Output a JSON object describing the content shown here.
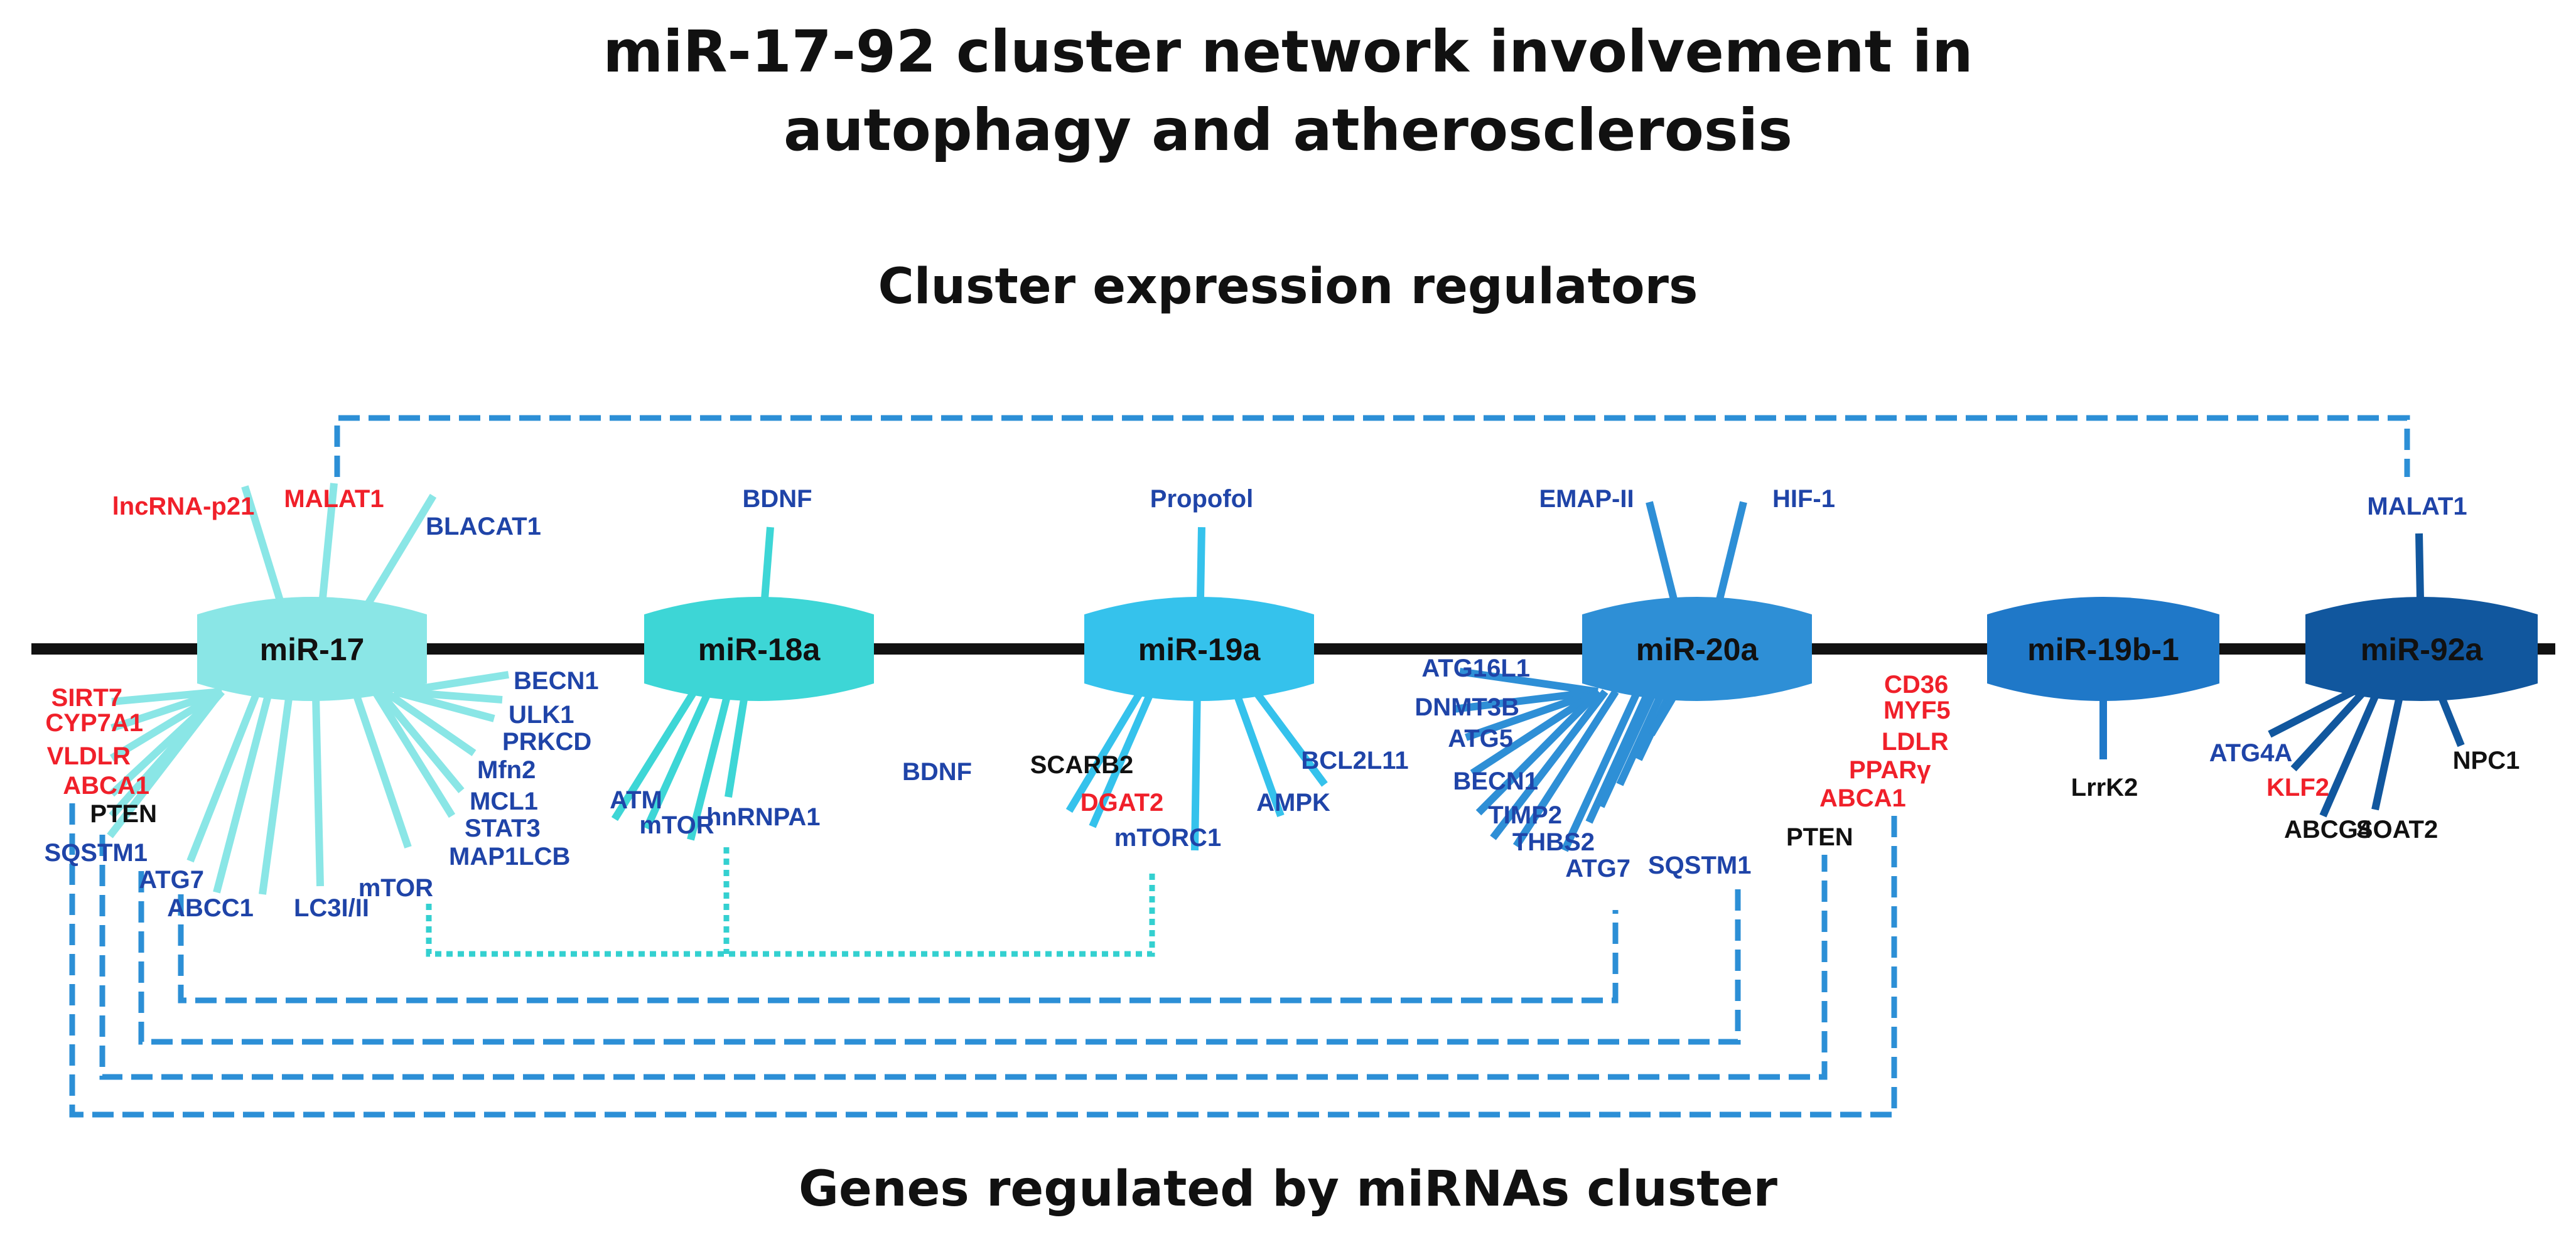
{
  "title_line1": "miR-17-92 cluster network involvement in",
  "title_line2": "autophagy and atherosclerosis",
  "section_top": "Cluster expression regulators",
  "section_bottom": "Genes regulated by miRNAs cluster",
  "colors": {
    "red": "#f0202a",
    "blue": "#1f44a8",
    "black": "#111111",
    "backbone": "#111111",
    "dash": "#2c8fd6",
    "dotted": "#34d0d0"
  },
  "nodes": [
    {
      "id": "mir17",
      "label": "miR-17",
      "color": "#8ae6e6",
      "regulators": [
        {
          "text": "lncRNA-p21",
          "color": "red"
        },
        {
          "text": "MALAT1",
          "color": "red"
        },
        {
          "text": "BLACAT1",
          "color": "blue"
        }
      ],
      "targets": [
        {
          "text": "SIRT7",
          "color": "red"
        },
        {
          "text": "CYP7A1",
          "color": "red"
        },
        {
          "text": "VLDLR",
          "color": "red"
        },
        {
          "text": "ABCA1",
          "color": "red"
        },
        {
          "text": "PTEN",
          "color": "black"
        },
        {
          "text": "SQSTM1",
          "color": "blue"
        },
        {
          "text": "ATG7",
          "color": "blue"
        },
        {
          "text": "ABCC1",
          "color": "blue"
        },
        {
          "text": "LC3I/II",
          "color": "blue"
        },
        {
          "text": "mTOR",
          "color": "blue"
        },
        {
          "text": "MAP1LCB",
          "color": "blue"
        },
        {
          "text": "STAT3",
          "color": "blue"
        },
        {
          "text": "MCL1",
          "color": "blue"
        },
        {
          "text": "Mfn2",
          "color": "blue"
        },
        {
          "text": "PRKCD",
          "color": "blue"
        },
        {
          "text": "ULK1",
          "color": "blue"
        },
        {
          "text": "BECN1",
          "color": "blue"
        }
      ]
    },
    {
      "id": "mir18a",
      "label": "miR-18a",
      "color": "#3dd6d6",
      "regulators": [
        {
          "text": "BDNF",
          "color": "blue"
        }
      ],
      "targets": [
        {
          "text": "ATM",
          "color": "blue"
        },
        {
          "text": "mTOR",
          "color": "blue"
        },
        {
          "text": "hnRNPA1",
          "color": "blue"
        },
        {
          "text": "BDNF",
          "color": "blue"
        }
      ]
    },
    {
      "id": "mir19a",
      "label": "miR-19a",
      "color": "#35c2ec",
      "regulators": [
        {
          "text": "Propofol",
          "color": "blue"
        }
      ],
      "targets": [
        {
          "text": "SCARB2",
          "color": "black"
        },
        {
          "text": "DGAT2",
          "color": "red"
        },
        {
          "text": "mTORC1",
          "color": "blue"
        },
        {
          "text": "AMPK",
          "color": "blue"
        },
        {
          "text": "BCL2L11",
          "color": "blue"
        }
      ]
    },
    {
      "id": "mir20a",
      "label": "miR-20a",
      "color": "#2e8fd6",
      "regulators": [
        {
          "text": "EMAP-II",
          "color": "blue"
        },
        {
          "text": "HIF-1",
          "color": "blue"
        }
      ],
      "targets": [
        {
          "text": "ATG16L1",
          "color": "blue"
        },
        {
          "text": "DNMT3B",
          "color": "blue"
        },
        {
          "text": "ATG5",
          "color": "blue"
        },
        {
          "text": "BECN1",
          "color": "blue"
        },
        {
          "text": "TIMP2",
          "color": "blue"
        },
        {
          "text": "THBS2",
          "color": "blue"
        },
        {
          "text": "ATG7",
          "color": "blue"
        },
        {
          "text": "SQSTM1",
          "color": "blue"
        },
        {
          "text": "PTEN",
          "color": "black"
        },
        {
          "text": "ABCA1",
          "color": "red"
        },
        {
          "text": "PPARγ",
          "color": "red"
        },
        {
          "text": "LDLR",
          "color": "red"
        },
        {
          "text": "MYF5",
          "color": "red"
        },
        {
          "text": "CD36",
          "color": "red"
        }
      ]
    },
    {
      "id": "mir19b1",
      "label": "miR-19b-1",
      "color": "#1f78c8",
      "regulators": [],
      "targets": [
        {
          "text": "LrrK2",
          "color": "black"
        }
      ]
    },
    {
      "id": "mir92a",
      "label": "miR-92a",
      "color": "#11579e",
      "regulators": [
        {
          "text": "MALAT1",
          "color": "blue"
        }
      ],
      "targets": [
        {
          "text": "ATG4A",
          "color": "blue"
        },
        {
          "text": "KLF2",
          "color": "red"
        },
        {
          "text": "ABCG4",
          "color": "black"
        },
        {
          "text": "SOAT2",
          "color": "black"
        },
        {
          "text": "NPC1",
          "color": "black"
        }
      ]
    }
  ],
  "shared_links": [
    {
      "between": [
        "miR-17: MALAT1",
        "miR-92a: MALAT1"
      ],
      "style": "dashed"
    },
    {
      "between": [
        "miR-18a: mTOR",
        "miR-19a: mTORC1",
        "miR-17: mTOR"
      ],
      "style": "dotted"
    },
    {
      "between": [
        "miR-17: ATG7",
        "miR-20a: ATG7"
      ],
      "style": "dashed"
    },
    {
      "between": [
        "miR-17: SQSTM1",
        "miR-20a: SQSTM1"
      ],
      "style": "dashed"
    },
    {
      "between": [
        "miR-17: PTEN",
        "miR-20a: PTEN"
      ],
      "style": "dashed"
    },
    {
      "between": [
        "miR-17: ABCA1",
        "miR-20a: ABCA1"
      ],
      "style": "dashed"
    }
  ]
}
